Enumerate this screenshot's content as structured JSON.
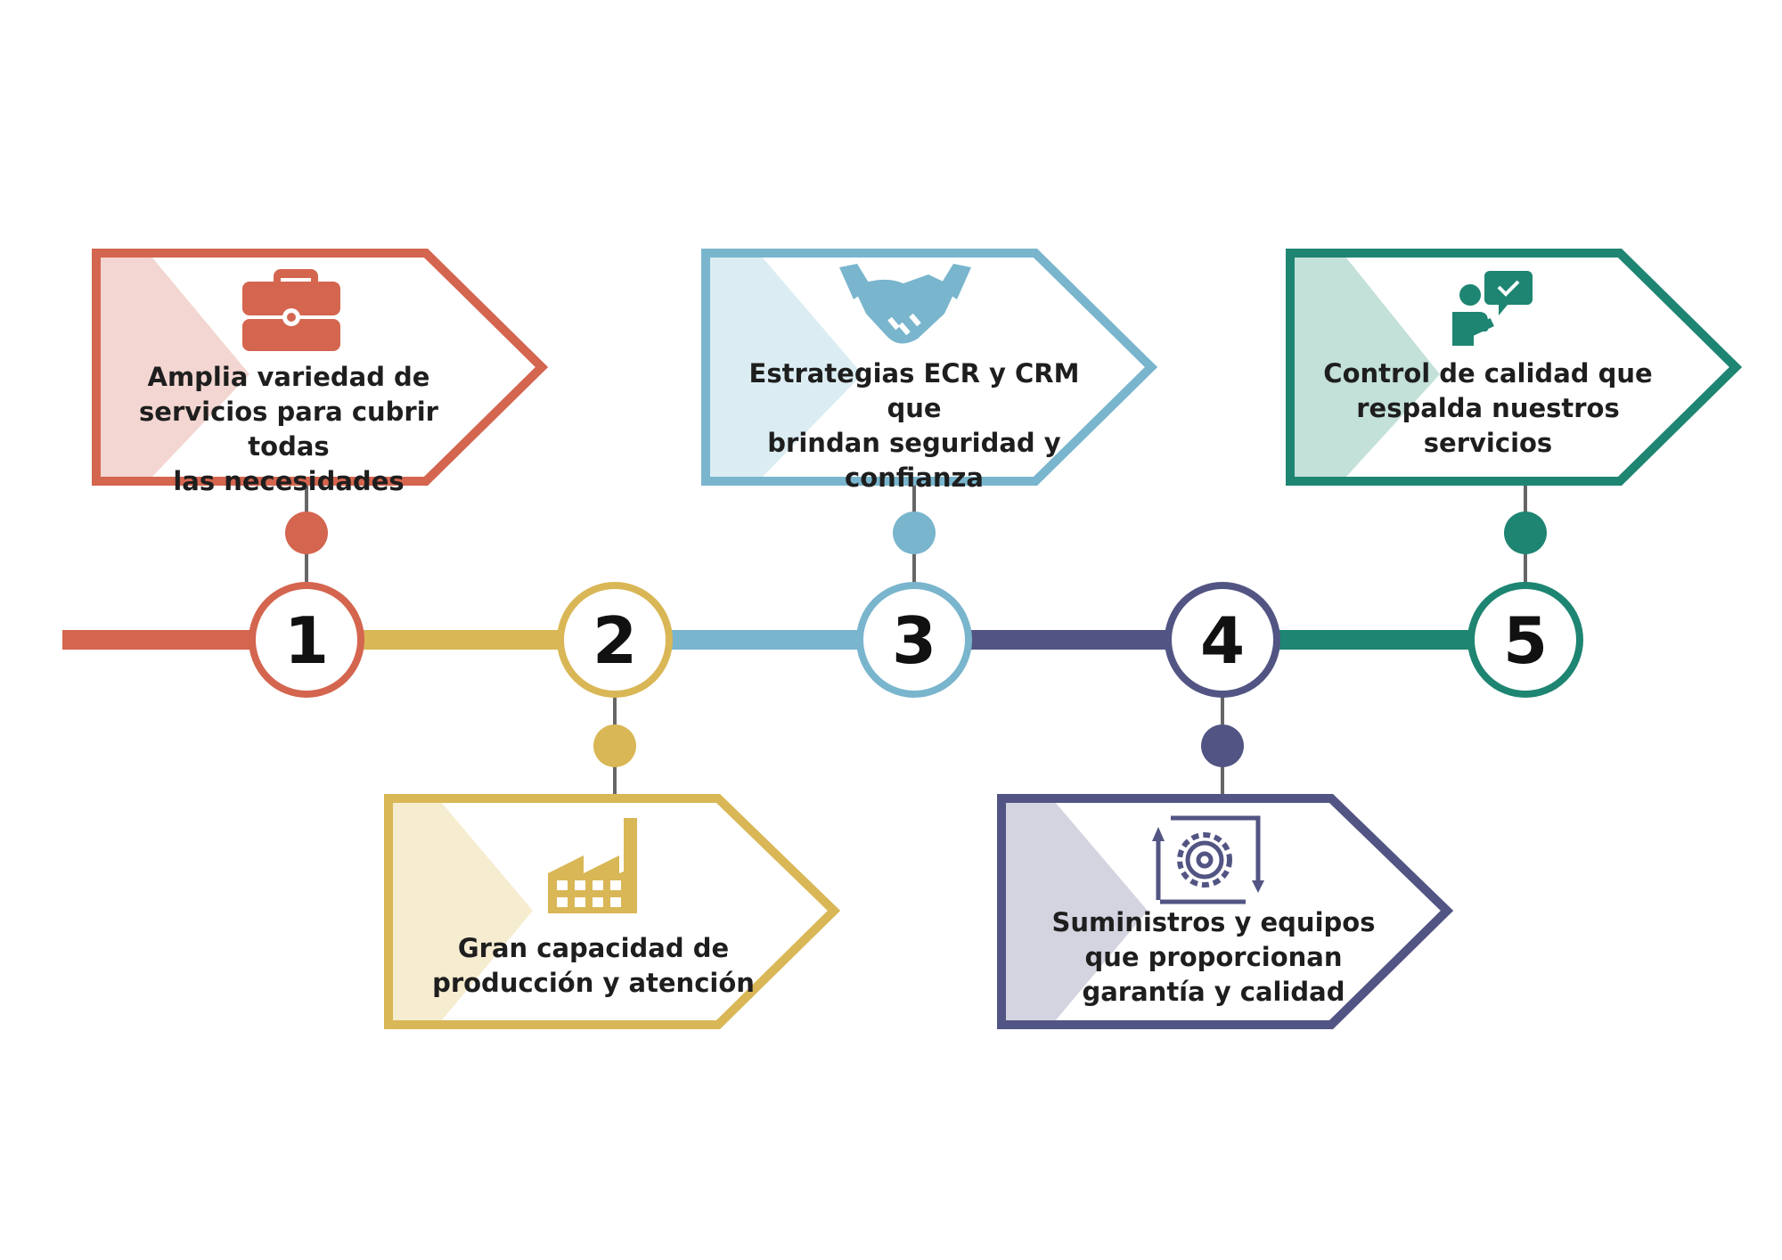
{
  "colors": {
    "red": "#d4654f",
    "red_tint": "#f3d6d1",
    "yellow": "#d9b756",
    "yellow_tint": "#f6ecd0",
    "blue": "#79b5cd",
    "blue_tint": "#dbedf3",
    "purple": "#525583",
    "purple_tint": "#d4d4e1",
    "green": "#1e8572",
    "green_tint": "#c3e0d9",
    "connector": "#666666"
  },
  "steps": [
    {
      "number": "1",
      "text": "Amplia variedad de\nservicios para cubrir todas\nlas necesidades",
      "icon": "briefcase-icon",
      "color": "red"
    },
    {
      "number": "2",
      "text": "Gran capacidad de\nproducción y atención",
      "icon": "factory-icon",
      "color": "yellow"
    },
    {
      "number": "3",
      "text": "Estrategias ECR y CRM que\nbrindan seguridad y\nconfianza",
      "icon": "handshake-icon",
      "color": "blue"
    },
    {
      "number": "4",
      "text": "Suministros y equipos\nque proporcionan\ngarantía y calidad",
      "icon": "gear-cycle-icon",
      "color": "purple"
    },
    {
      "number": "5",
      "text": "Control de calidad que\nrespalda nuestros\nservicios",
      "icon": "quality-support-icon",
      "color": "green"
    }
  ]
}
